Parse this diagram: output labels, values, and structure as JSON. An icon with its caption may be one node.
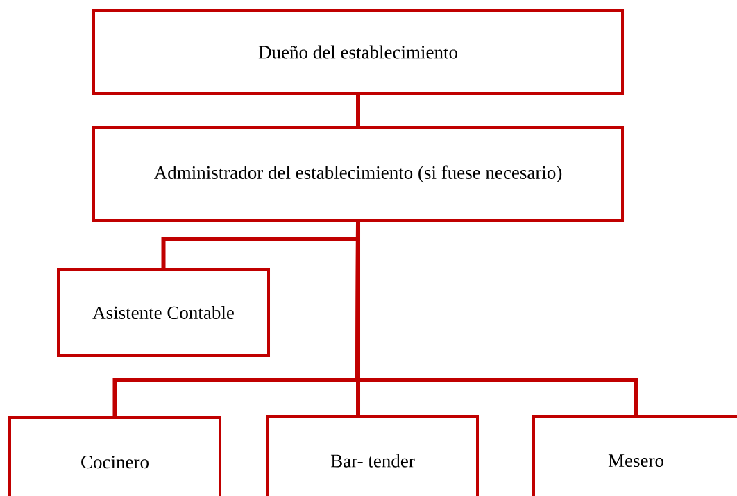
{
  "diagram": {
    "nodes": [
      {
        "text": [
          "Dueño del establecimiento"
        ]
      },
      {
        "text": [
          "Administrador del establecimiento (si fuese necesario)"
        ]
      },
      {
        "text": [
          "Asistente Contable"
        ]
      },
      {
        "text": [
          "Cocinero"
        ]
      },
      {
        "text": [
          "Bar- tender"
        ]
      },
      {
        "text": [
          "Mesero"
        ]
      }
    ],
    "edges": [
      {
        "from": 0,
        "to": 1,
        "arrow": "none"
      },
      {
        "from": 1,
        "to": 2,
        "arrow": "none"
      },
      {
        "from": 1,
        "to": 3,
        "arrow": "none"
      },
      {
        "from": 1,
        "to": 4,
        "arrow": "none"
      },
      {
        "from": 1,
        "to": 5,
        "arrow": "none"
      }
    ]
  }
}
